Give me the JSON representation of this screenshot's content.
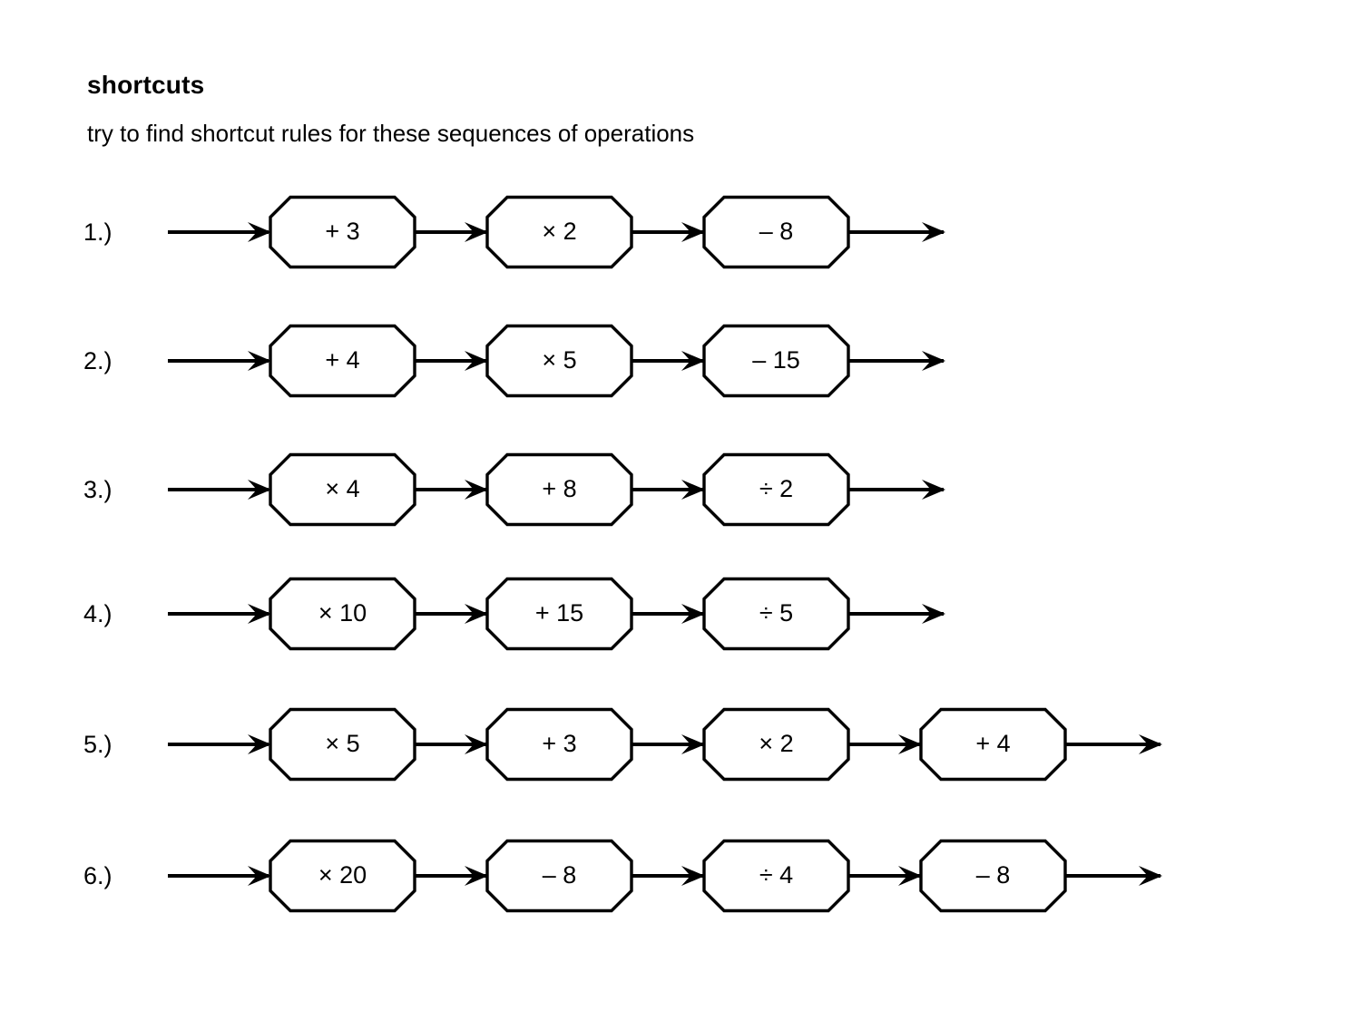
{
  "page": {
    "title": "shortcuts",
    "subtitle": "try to find shortcut rules for these sequences of operations",
    "background_color": "#ffffff",
    "ink_color": "#000000"
  },
  "rows": [
    {
      "label": "1.)",
      "operations": [
        "+ 3",
        "× 2",
        "–  8"
      ]
    },
    {
      "label": "2.)",
      "operations": [
        "+ 4",
        "× 5",
        "– 15"
      ]
    },
    {
      "label": "3.)",
      "operations": [
        "× 4",
        "+ 8",
        "÷ 2"
      ]
    },
    {
      "label": "4.)",
      "operations": [
        "× 10",
        "+ 15",
        "÷ 5"
      ]
    },
    {
      "label": "5.)",
      "operations": [
        "× 5",
        "+ 3",
        "× 2",
        "+ 4"
      ]
    },
    {
      "label": "6.)",
      "operations": [
        "× 20",
        "– 8",
        "÷ 4",
        "– 8"
      ]
    }
  ]
}
